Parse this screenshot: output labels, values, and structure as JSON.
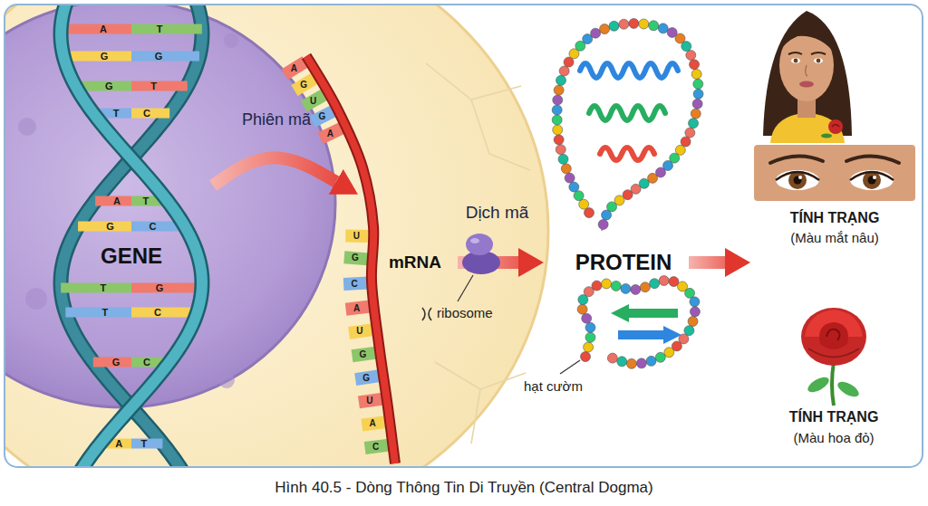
{
  "diagram": {
    "caption": "Hình 40.5 - Dòng Thông Tin Di Truyền (Central Dogma)",
    "nodes": [
      {
        "text": [
          "GENE"
        ]
      },
      {
        "text": [
          "mRNA"
        ]
      },
      {
        "text": [
          "PROTEIN"
        ]
      },
      {
        "text": [
          "TÍNH TRẠNG",
          "(Màu mắt nâu)"
        ]
      },
      {
        "text": [
          "TÍNH TRẠNG",
          "(Màu hoa đỏ)"
        ]
      }
    ],
    "edges": [
      {
        "from": 0,
        "to": 1,
        "arrow": "to",
        "label": "Phiên mã"
      },
      {
        "from": 1,
        "to": 2,
        "arrow": "to",
        "label": "Dịch mã"
      },
      {
        "from": 2,
        "to": 3,
        "arrow": "to"
      }
    ],
    "labels": [
      "ribosome",
      "hạt cườm",
      "A",
      "T",
      "G",
      "G",
      "G",
      "T",
      "T",
      "C",
      "A",
      "T",
      "G",
      "C",
      "T",
      "G",
      "T",
      "C",
      "G",
      "C",
      "A",
      "T",
      "A",
      "G",
      "U",
      "G",
      "A",
      "U",
      "G",
      "C",
      "A",
      "U",
      "G",
      "G",
      "U",
      "A",
      "C"
    ]
  }
}
